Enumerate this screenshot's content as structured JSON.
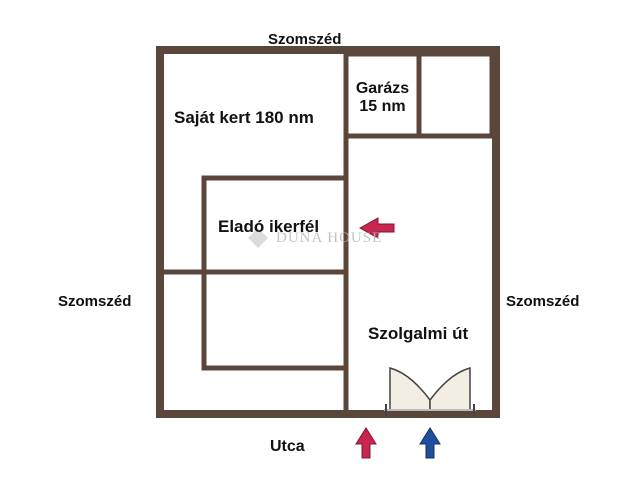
{
  "labels": {
    "top": "Szomszéd",
    "left": "Szomszéd",
    "right": "Szomszéd",
    "bottom": "Utca",
    "garden": "Saját kert 180 nm",
    "garage_line1": "Garázs",
    "garage_line2": "15 nm",
    "house": "Eladó ikerfél",
    "easement": "Szolgalmi út"
  },
  "watermark": "DUNA HOUSE",
  "colors": {
    "wall": "#5b463c",
    "gate": "#f2eee3",
    "arrow_red": "#c8264f",
    "arrow_blue": "#1f4f9e"
  }
}
